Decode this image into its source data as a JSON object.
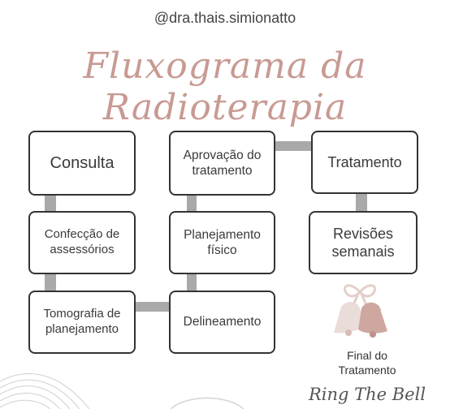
{
  "header": {
    "handle": "@dra.thais.simionatto"
  },
  "title": "Fluxograma da Radioterapia",
  "diagram": {
    "nodes": [
      {
        "id": "consulta",
        "label": "Consulta"
      },
      {
        "id": "confeccao",
        "label": "Confecção de\nassessórios"
      },
      {
        "id": "tomografia",
        "label": "Tomografia de\nplanejamento"
      },
      {
        "id": "delineamento",
        "label": "Delineamento"
      },
      {
        "id": "planejamento",
        "label": "Planejamento\nfísico"
      },
      {
        "id": "aprovacao",
        "label": "Aprovação do\ntratamento"
      },
      {
        "id": "tratamento",
        "label": "Tratamento"
      },
      {
        "id": "revisoes",
        "label": "Revisões\nsemanais"
      }
    ]
  },
  "final": {
    "label": "Final do\nTratamento",
    "subtitle": "Ring The Bell",
    "icon": "bells-icon"
  },
  "colors": {
    "title": "#c89a93",
    "border": "#333333",
    "connector": "#a9a9a9",
    "bell_light": "#eadcd9",
    "bell_dark": "#cfa7a1"
  }
}
